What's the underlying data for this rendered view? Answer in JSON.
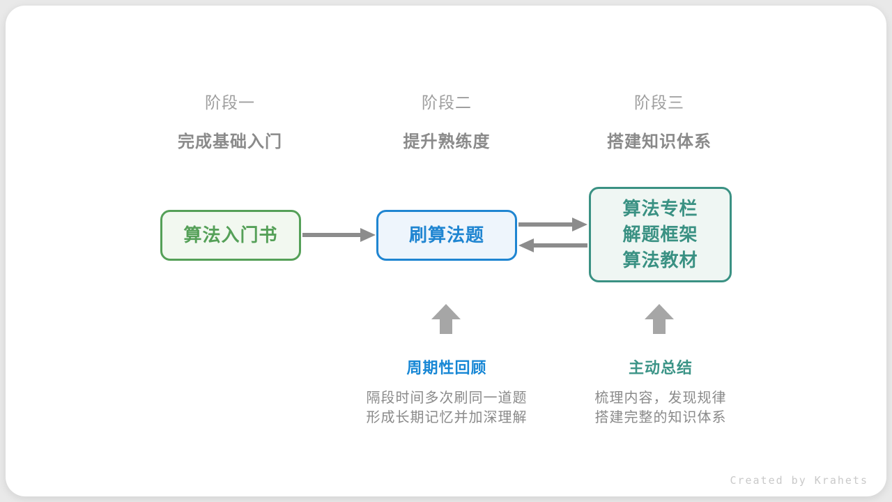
{
  "canvas": {
    "background": "#e9e9e9",
    "card_background": "#ffffff"
  },
  "colors": {
    "connector_arrow": "#8c8c8c",
    "block_arrow": "#a6a6a6",
    "stage_label": "#9e9e9e",
    "stage_subtitle": "#8a8a8a",
    "description_text": "#8a8a8a",
    "credit_text": "#c9c9c9"
  },
  "stages": [
    {
      "label": "阶段一",
      "subtitle": "完成基础入门"
    },
    {
      "label": "阶段二",
      "subtitle": "提升熟练度"
    },
    {
      "label": "阶段三",
      "subtitle": "搭建知识体系"
    }
  ],
  "nodes": [
    {
      "lines": [
        "算法入门书"
      ],
      "color": "#55a058",
      "bg": "#f2f8f0"
    },
    {
      "lines": [
        "刷算法题"
      ],
      "color": "#1f85d1",
      "bg": "#eef5fc"
    },
    {
      "lines": [
        "算法专栏",
        "解题框架",
        "算法教材"
      ],
      "color": "#3a9183",
      "bg": "#eff6f3"
    }
  ],
  "annotations": [
    {
      "title": "周期性回顾",
      "color": "#1787d5",
      "desc_lines": [
        "隔段时间多次刷同一道题",
        "形成长期记忆并加深理解"
      ]
    },
    {
      "title": "主动总结",
      "color": "#3b9487",
      "desc_lines": [
        "梳理内容，发现规律",
        "搭建完整的知识体系"
      ]
    }
  ],
  "footer": {
    "credit": "Created by Krahets"
  }
}
